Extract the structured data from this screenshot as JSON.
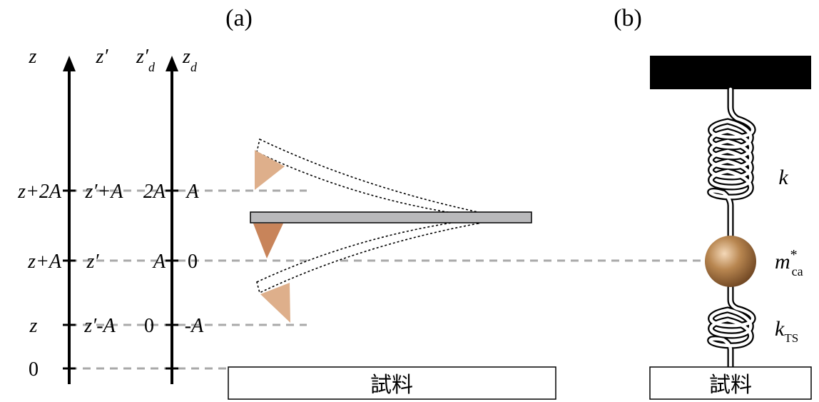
{
  "panel_a": {
    "label": "(a)",
    "axis1": {
      "label": "z",
      "ticks": [
        "z+2A",
        "z+A",
        "z",
        "0"
      ]
    },
    "axis2": {
      "label": "z′",
      "ticks": [
        "z′+A",
        "z′",
        "z′-A"
      ]
    },
    "axis3": {
      "label_main": "z′",
      "label_sub": "d",
      "ticks": [
        "2A",
        "A",
        "0"
      ]
    },
    "axis4": {
      "label_main": "z",
      "label_sub": "d",
      "ticks": [
        "A",
        "0",
        "-A"
      ]
    },
    "sample_label": "試料"
  },
  "panel_b": {
    "label": "(b)",
    "spring_k_label": "k",
    "mass_main": "m",
    "mass_sup": "*",
    "mass_sub": "ca",
    "spring_ts_main": "k",
    "spring_ts_sub": "TS",
    "sample_label": "試料"
  },
  "colors": {
    "cantilever": "#b9b9bb",
    "tip_dark": "#c8845a",
    "tip_light": "#deaf8b",
    "mass": "#a87844",
    "dashed_line": "#a9a9a9"
  }
}
